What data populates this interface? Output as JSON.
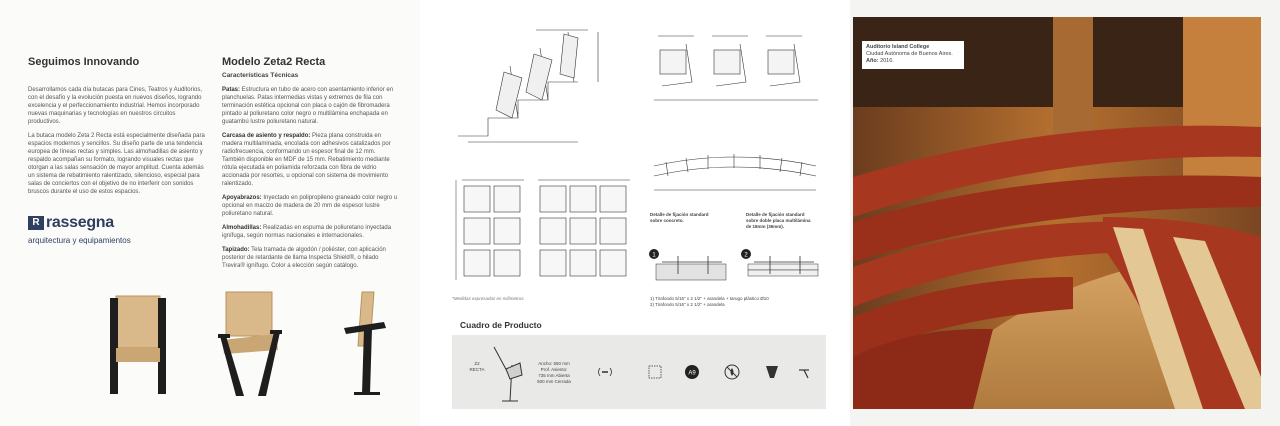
{
  "left_panel": {
    "heading": "Seguimos Innovando",
    "paragraphs": [
      "Desarrollamos cada día butacas para Cines, Teatros y Auditorios, con el desafío y la evolución puesta en nuevos diseños, logrando excelencia y el perfeccionamiento industrial. Hemos incorporado nuevas maquinarias y tecnologías en nuestros circuitos productivos.",
      "La butaca modelo Zeta 2 Recta está especialmente diseñada para espacios modernos y sencillos. Su diseño parte de una tendencia europea de líneas rectas y simples. Las almohadillas de asiento y respaldo acompañan su formato, logrando visuales rectas que otorgan a las salas sensación de mayor amplitud. Cuenta además un sistema de rebatimiento ralentizado, silencioso, especial para salas de conciertos con el objetivo de no interferir con sonidos bruscos durante el uso de estos espacios."
    ],
    "logo_mark": "R",
    "logo_name": "rassegna",
    "logo_tagline": "arquitectura y equipamientos"
  },
  "model": {
    "heading": "Modelo Zeta2 Recta",
    "subheading": "Características Técnicas",
    "specs": [
      {
        "label": "Patas:",
        "text": " Estructura en tubo de acero con asentamiento inferior en planchuelas. Patas intermedias vistas y extremos de fila con terminación estética opcional con placa o cajón de fibromadera pintado al poliuretano color negro o multilámina enchapada en guatambú lustre poliuretano natural."
      },
      {
        "label": "Carcasa de asiento y respaldo:",
        "text": " Pieza plana construida en madera multilaminada, encolada con adhesivos catalizados por radiofrecuencia, conformando un espesor final de 12 mm. También disponible en MDF de 15 mm. Rebatimiento mediante rótula ejecutada en poliamida reforzada con fibra de vidrio accionada por resortes, u opcional con sistema de movimiento ralentizado."
      },
      {
        "label": "Apoyabrazos:",
        "text": " Inyectado en polipropileno graneado color negro u opcional en macizo de madera de 20 mm de espesor lustre poliuretano natural."
      },
      {
        "label": "Almohadillas:",
        "text": " Realizadas en espuma de poliuretano inyectada ignífuga, según normas nacionales e internacionales."
      },
      {
        "label": "Tapizado:",
        "text": " Tela tramada de algodón / poliéster, con aplicación posterior de retardante de llama Inspecta Shield®, o hilado Trevira® ignífugo. Color a elección según catálogo."
      }
    ]
  },
  "drawings": {
    "footnote": "*Medidas expresadas en milímetros.",
    "fix1_title": "Detalle de fijación standard sobre concreto.",
    "fix2_title": "Detalle de fijación standard sobre doble placa multilámina de 18mm (36mm).",
    "fix1_num": "1",
    "fix2_num": "2",
    "notes": [
      "1) Tirafondo 5/16\" x 2 1/2\" + arandela + tarugo plástico Ø10",
      "2) Tirafondo 5/16\" x 2 1/2\" + arandela"
    ]
  },
  "cuadro": {
    "title": "Cuadro de Producto",
    "model_code": "Z2\nRECTA",
    "dimensions": "Ancho: 550 mm\nProf. Asiento:\n735 mm Abierta\n500 mm Cerrada",
    "icons": [
      "slow-closing-icon",
      "fabric-icon",
      "a9-badge-icon",
      "fire-retardant-icon",
      "wood-shell-icon",
      "armrest-icon"
    ],
    "badge": "A9"
  },
  "photo_caption": {
    "title": "Auditorio Island College",
    "location": "Ciudad Autónoma de Buenos Aires.",
    "year_label": "Año:",
    "year": "2016."
  },
  "colors": {
    "brand": "#2f3f61",
    "seat_red": "#a8371f",
    "wood": "#d9b98a"
  }
}
